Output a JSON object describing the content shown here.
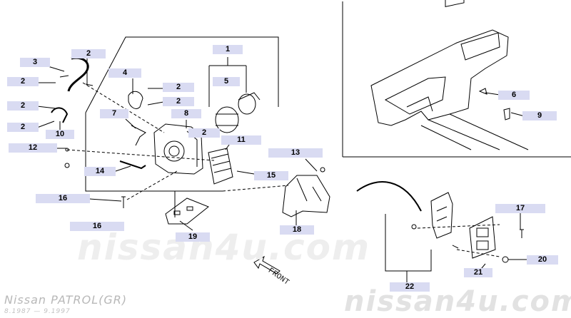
{
  "watermark": {
    "center": "nissan4u.com",
    "corner": "nissan4u.com"
  },
  "model": {
    "title": "Nissan PATROL(GR)",
    "production": "8.1987 — 9.1997"
  },
  "direction_label": "FRONT",
  "callouts": [
    "1",
    "2",
    "3",
    "2",
    "2",
    "2",
    "4",
    "2",
    "5",
    "2",
    "7",
    "8",
    "10",
    "2",
    "11",
    "12",
    "13",
    "14",
    "15",
    "16",
    "16",
    "18",
    "19",
    "6",
    "9",
    "17",
    "20",
    "21",
    "22"
  ],
  "colors": {
    "callout_bg": "#d9dbf2",
    "line": "#000000",
    "watermark": "#e0e0e0"
  }
}
